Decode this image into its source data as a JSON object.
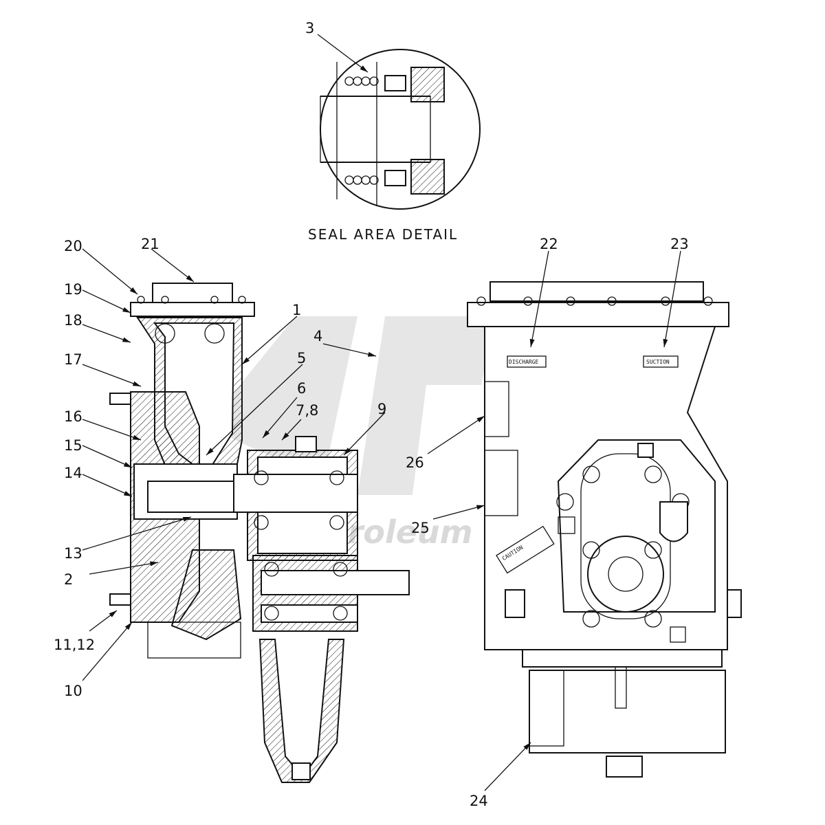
{
  "seal_detail": {
    "caption": "SEAL AREA DETAIL"
  },
  "callouts": {
    "c1": "1",
    "c2": "2",
    "c3": "3",
    "c4": "4",
    "c5": "5",
    "c6": "6",
    "c7_8": "7,8",
    "c9": "9",
    "c10": "10",
    "c11_12": "11,12",
    "c13": "13",
    "c14": "14",
    "c15": "15",
    "c16": "16",
    "c17": "17",
    "c18": "18",
    "c19": "19",
    "c20": "20",
    "c21": "21",
    "c22": "22",
    "c23": "23",
    "c24": "24",
    "c25": "25",
    "c26": "26"
  },
  "decals": {
    "discharge": "DISCHARGE",
    "suction": "SUCTION",
    "caution": "CAUTION"
  },
  "watermark": {
    "text": "Petroleum Services"
  },
  "colors": {
    "line": "#111111",
    "watermark": "#d9d9d9"
  }
}
